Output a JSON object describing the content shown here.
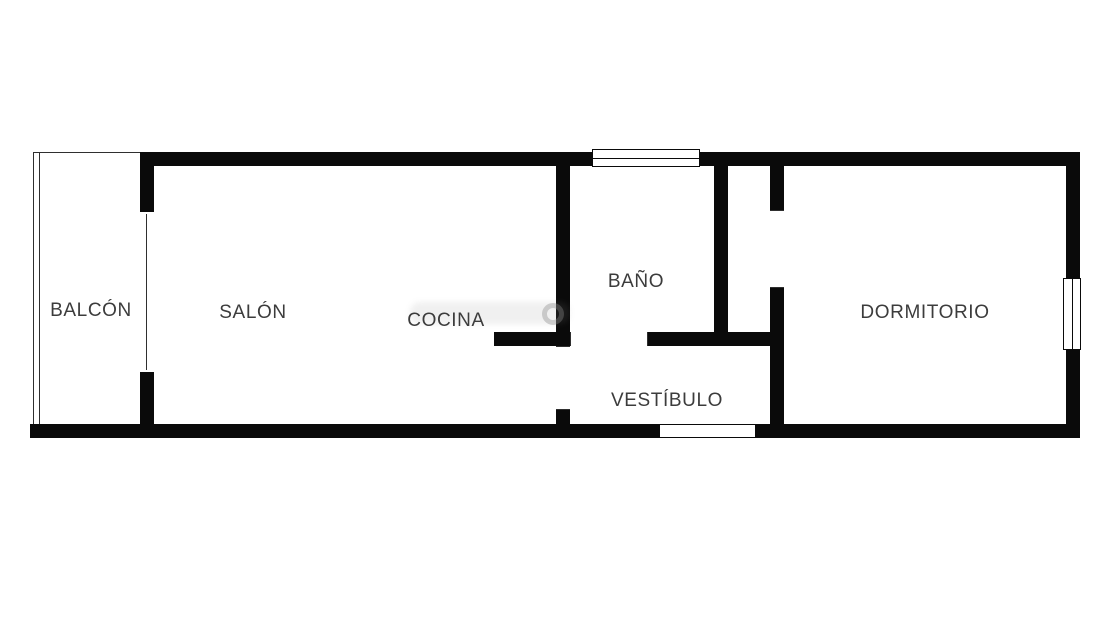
{
  "plan": {
    "rooms": [
      {
        "id": "balcon",
        "label": "BALCÓN"
      },
      {
        "id": "salon",
        "label": "SALÓN"
      },
      {
        "id": "cocina",
        "label": "COCINA"
      },
      {
        "id": "bano",
        "label": "BAÑO"
      },
      {
        "id": "vestibulo",
        "label": "VESTÍBULO"
      },
      {
        "id": "dormitorio",
        "label": "DORMITORIO"
      }
    ],
    "colors": {
      "wall": "#0a0a0a",
      "background": "#ffffff",
      "label_text": "#3c3c3c"
    }
  }
}
